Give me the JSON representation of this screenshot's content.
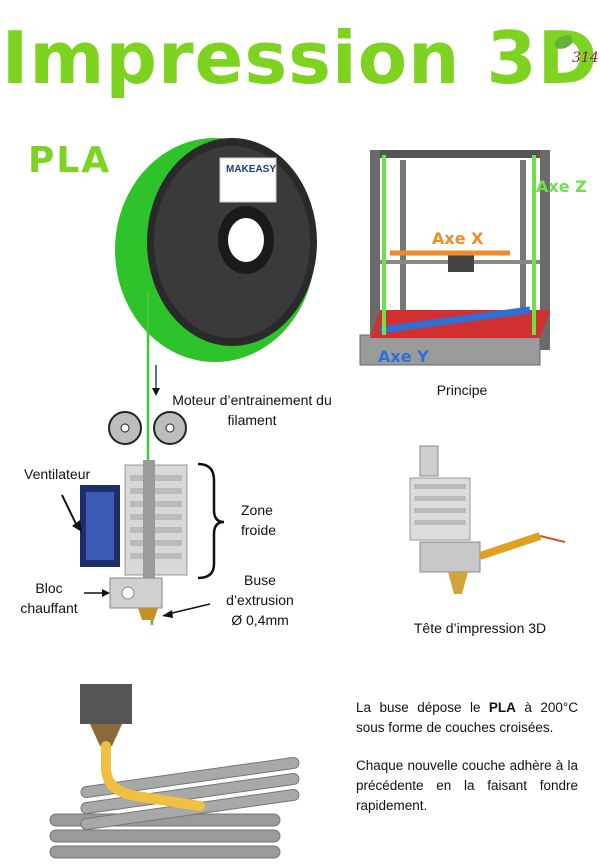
{
  "header": {
    "title": "Impression 3D",
    "logo_number": "314"
  },
  "material": {
    "label": "PLA",
    "spool_brand": "MAKEASY"
  },
  "extruder_diagram": {
    "motor_label": "Moteur d’entrainement du filament",
    "fan_label": "Ventilateur",
    "cold_zone_label": "Zone froide",
    "heater_label": "Bloc chauffant",
    "nozzle_label": "Buse d’extrusion",
    "nozzle_diameter": "Ø  0,4mm"
  },
  "printer": {
    "axis_x": "Axe X",
    "axis_y": "Axe Y",
    "axis_z": "Axe Z",
    "caption": "Principe",
    "colors": {
      "x": "#f08c28",
      "y": "#2f6fd6",
      "z": "#6ee04a"
    }
  },
  "print_head": {
    "caption": "Tête d’impression 3D"
  },
  "description": {
    "p1_prefix": "La buse dépose le ",
    "p1_bold": "PLA",
    "p1_suffix": " à 200°C sous forme de couches croisées.",
    "p2": "Chaque nouvelle couche adhère à la précédente en la faisant fondre rapidement."
  },
  "colors": {
    "accent": "#7ed321",
    "filament": "#3ec83a"
  }
}
